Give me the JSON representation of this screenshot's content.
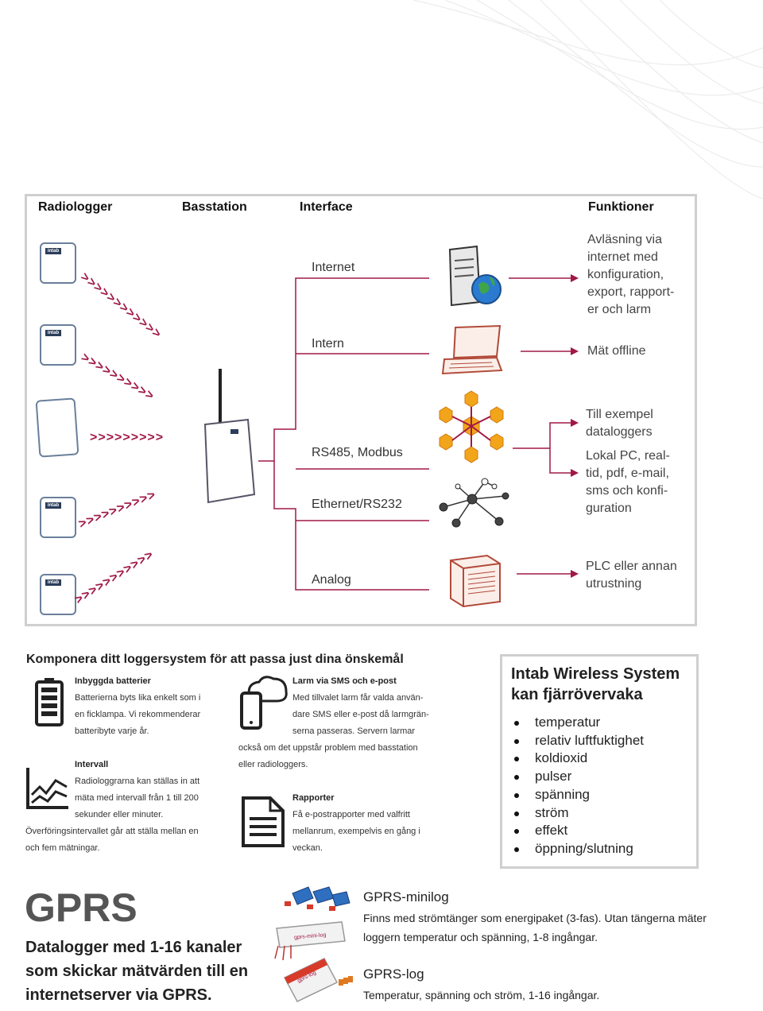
{
  "diagram": {
    "headers": {
      "radiologger": "Radiologger",
      "basstation": "Basstation",
      "interface": "Interface",
      "funktioner": "Funktioner"
    },
    "interfaces": {
      "internet": "Internet",
      "intern": "Intern",
      "rs485": "RS485, Modbus",
      "ethernet": "Ethernet/RS232",
      "analog": "Analog"
    },
    "functions": {
      "internet_line1": "Avläsning via",
      "internet_line2": "internet med",
      "internet_line3": "konfiguration,",
      "internet_line4": "export, rapport-",
      "internet_line5": "er och larm",
      "offline": "Mät offline",
      "example_line1": "Till exempel",
      "example_line2": "dataloggers",
      "local_line1": "Lokal PC, real-",
      "local_line2": "tid, pdf, e-mail,",
      "local_line3": "sms och konfi-",
      "local_line4": "guration",
      "plc_line1": "PLC eller annan",
      "plc_line2": "utrustning"
    },
    "logger_brand": "intab",
    "accent_color": "#a01848"
  },
  "features": {
    "title": "Komponera ditt loggersystem för att passa just dina önskemål",
    "battery": {
      "heading": "Inbyggda batterier",
      "line1": "Batterierna byts lika enkelt som i",
      "line2": "en ficklampa. Vi rekommenderar",
      "line3": "batteribyte varje år."
    },
    "interval": {
      "heading": "Intervall",
      "line1": "Radiologgrarna kan ställas in att",
      "line2": "mäta med intervall från 1 till 200",
      "line3": "sekunder eller minuter.",
      "line4": "Överföringsintervallet går att ställa mellan en",
      "line5": "och fem mätningar."
    },
    "alarm": {
      "heading": "Larm via SMS och e-post",
      "line1": "Med tillvalet larm får valda använ-",
      "line2": "dare SMS eller e-post då larmgrän-",
      "line3": "serna passeras. Servern larmar",
      "line4": "också om det uppstår problem med basstation",
      "line5": "eller radiologgers."
    },
    "reports": {
      "heading": "Rapporter",
      "line1": "Få e-postrapporter med valfritt",
      "line2": "mellanrum, exempelvis en gång i",
      "line3": "veckan."
    }
  },
  "wireless": {
    "title": "Intab Wireless System kan fjärrövervaka",
    "items": [
      "temperatur",
      "relativ luftfuktighet",
      "koldioxid",
      "pulser",
      "spänning",
      "ström",
      "effekt",
      "öppning/slutning"
    ]
  },
  "gprs": {
    "title": "GPRS",
    "subtitle": "Datalogger med 1-16 kanaler som skickar mätvärden till en internetserver via GPRS.",
    "minilog_heading": "GPRS-minilog",
    "minilog_text": "Finns med strömtänger som energipaket (3-fas). Utan tängerna mäter loggern temperatur och spänning, 1-8 ingångar.",
    "minilog_label": "gprs-mini-log",
    "log_heading": "GPRS-log",
    "log_text": "Temperatur, spänning och ström, 1-16 ingångar.",
    "log_label": "gprs-log"
  }
}
